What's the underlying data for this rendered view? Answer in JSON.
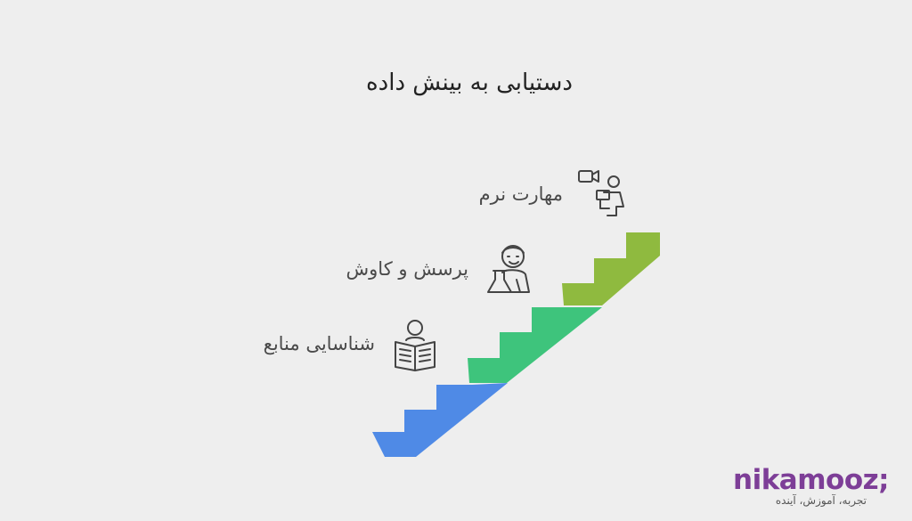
{
  "title": "دستیابی به بینش داده",
  "steps": [
    {
      "label": "شناسایی منابع",
      "icon": "reading-person-icon",
      "color": "#4f8ae6"
    },
    {
      "label": "پرسش و کاوش",
      "icon": "scientist-flask-icon",
      "color": "#3ec47c"
    },
    {
      "label": "مهارت نرم",
      "icon": "video-call-person-icon",
      "color": "#8fba3f"
    }
  ],
  "brand": {
    "name": "nikamooz;",
    "tagline": "تجربه، آموزش، آینده"
  }
}
